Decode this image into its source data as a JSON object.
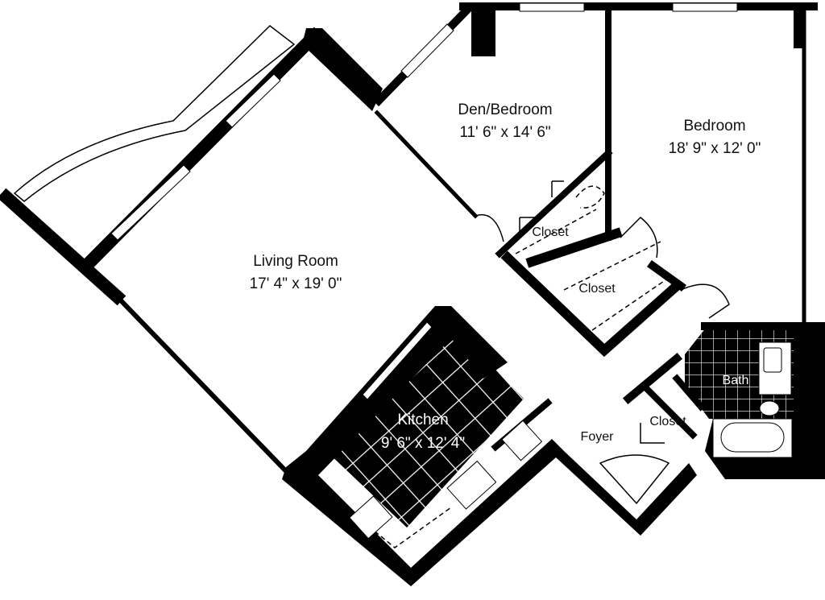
{
  "rooms": {
    "den": {
      "name": "Den/Bedroom",
      "size": "11' 6\" x 14' 6\""
    },
    "bedroom": {
      "name": "Bedroom",
      "size": "18' 9\" x 12' 0\""
    },
    "living": {
      "name": "Living Room",
      "size": "17' 4\" x 19' 0\""
    },
    "kitchen": {
      "name": "Kitchen",
      "size": "9' 6\" x 12' 4\""
    },
    "closet_den": {
      "name": "Closet"
    },
    "closet_bed": {
      "name": "Closet"
    },
    "closet_foyer": {
      "name": "Closet"
    },
    "bath": {
      "name": "Bath"
    },
    "foyer": {
      "name": "Foyer"
    }
  },
  "colors": {
    "wall": "#000000",
    "floor": "#ffffff"
  }
}
